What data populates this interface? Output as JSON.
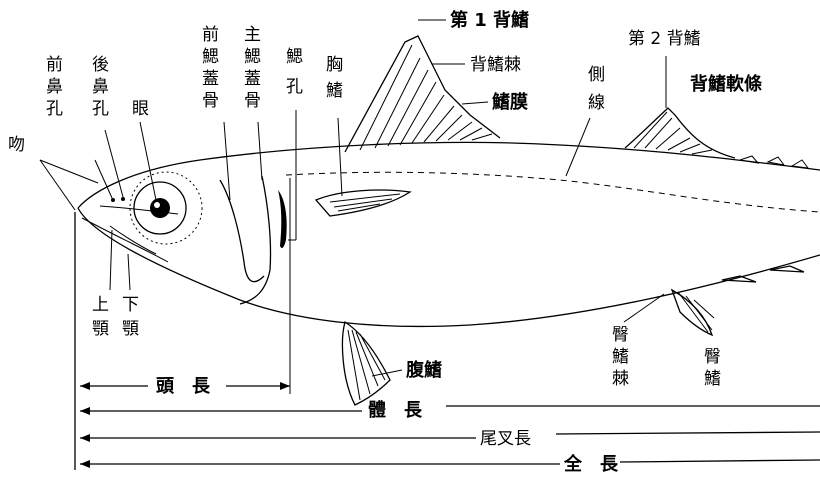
{
  "labels": {
    "snout": "吻",
    "front_nostril": [
      "前",
      "鼻",
      "孔"
    ],
    "rear_nostril": [
      "後",
      "鼻",
      "孔"
    ],
    "eye": "眼",
    "preopercle": [
      "前",
      "鰓",
      "蓋",
      "骨"
    ],
    "opercle": [
      "主",
      "鰓",
      "蓋",
      "骨"
    ],
    "gill_opening": [
      "鰓",
      "孔"
    ],
    "pectoral_fin": [
      "胸",
      "鰭"
    ],
    "first_dorsal_fin": "第 1 背鰭",
    "dorsal_spine": "背鰭棘",
    "fin_membrane": "鰭膜",
    "lateral_line": [
      "側",
      "線"
    ],
    "second_dorsal_fin": "第 2 背鰭",
    "dorsal_soft_rays": "背鰭軟條",
    "upper_jaw": [
      "上",
      "顎"
    ],
    "lower_jaw": [
      "下",
      "顎"
    ],
    "pelvic_fin": "腹鰭",
    "anal_spine": [
      "臀",
      "鰭",
      "棘"
    ],
    "anal_fin": [
      "臀",
      "鰭"
    ],
    "head_length": "頭　長",
    "body_length": "體　長",
    "fork_length": "尾叉長",
    "total_length": "全　長"
  },
  "colors": {
    "ink": "#000000",
    "background": "#ffffff"
  }
}
